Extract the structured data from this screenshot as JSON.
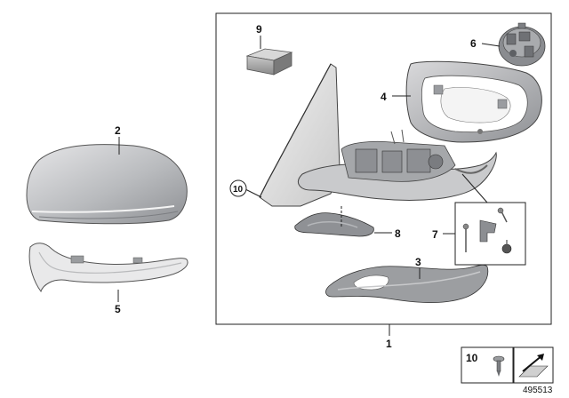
{
  "parts": [
    {
      "id": "part-1",
      "label": "1"
    },
    {
      "id": "part-2",
      "label": "2"
    },
    {
      "id": "part-3",
      "label": "3"
    },
    {
      "id": "part-4",
      "label": "4"
    },
    {
      "id": "part-5",
      "label": "5"
    },
    {
      "id": "part-6",
      "label": "6"
    },
    {
      "id": "part-7",
      "label": "7"
    },
    {
      "id": "part-8",
      "label": "8"
    },
    {
      "id": "part-9",
      "label": "9"
    },
    {
      "id": "part-10-circled",
      "label": "10"
    },
    {
      "id": "part-10-legend",
      "label": "10"
    }
  ],
  "diagram_number": "495513"
}
